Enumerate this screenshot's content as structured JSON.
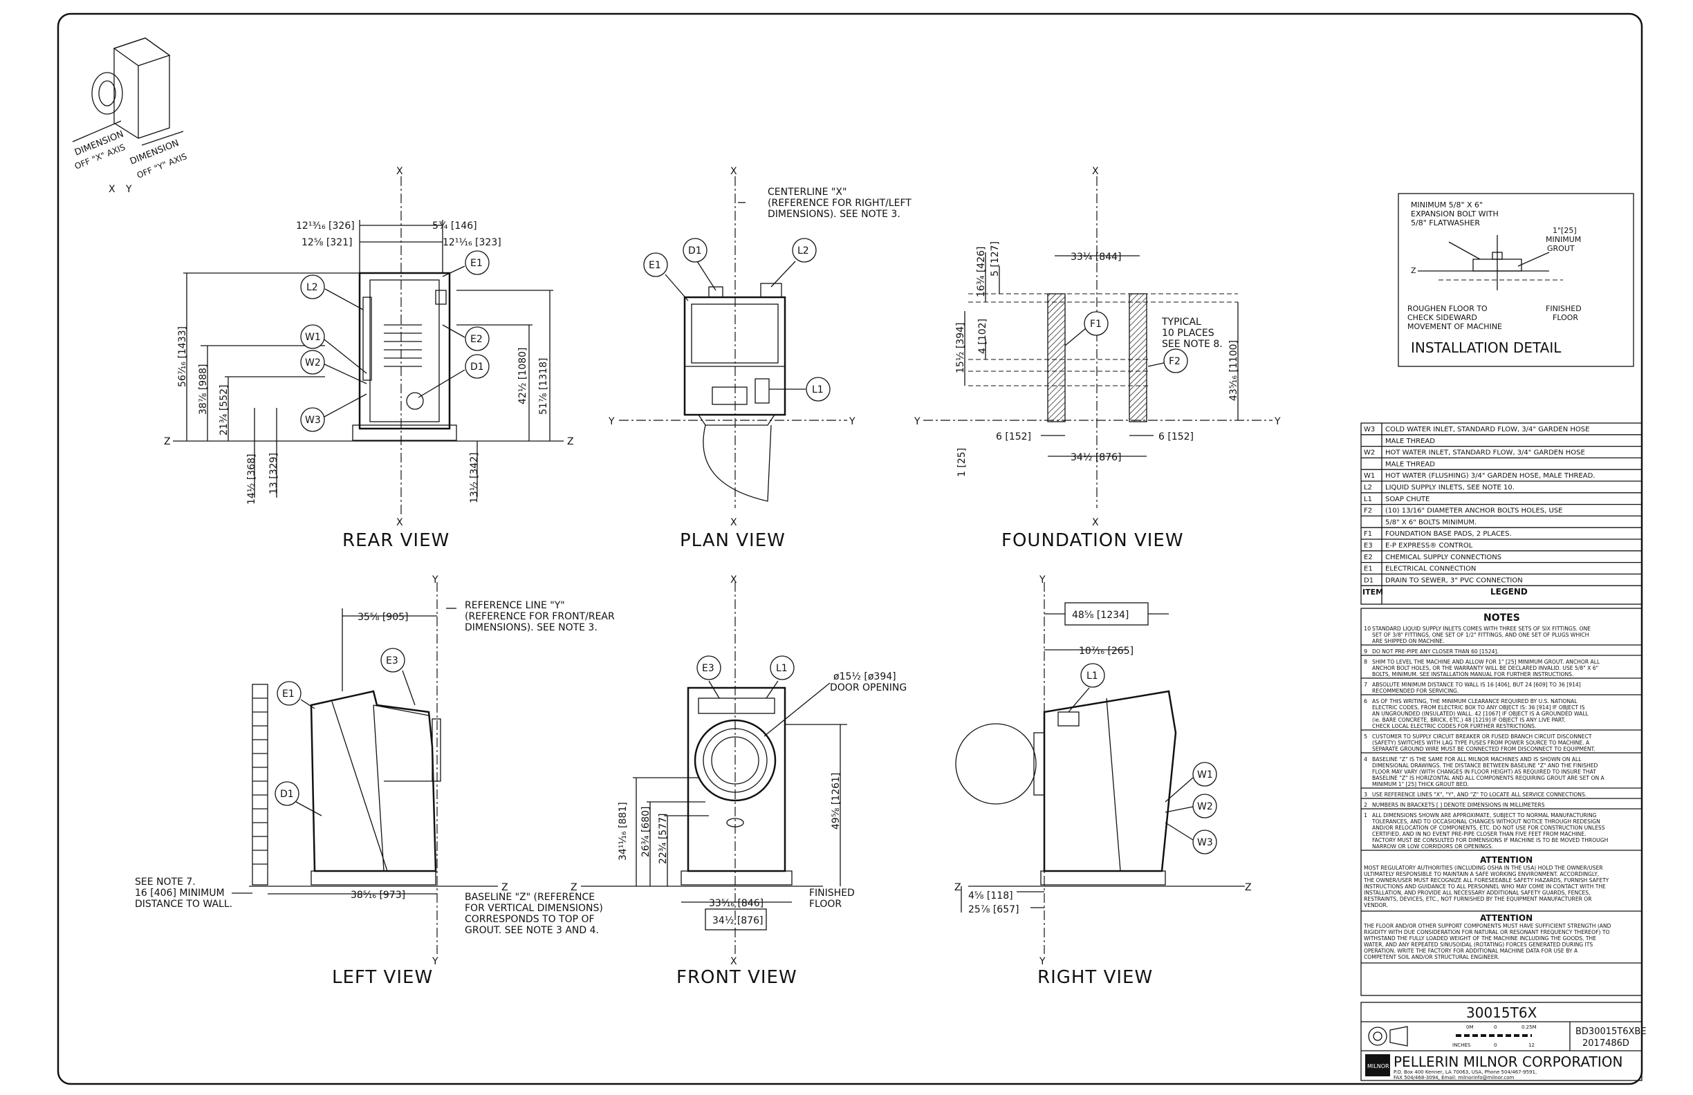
{
  "views": {
    "rear": "REAR VIEW",
    "plan": "PLAN VIEW",
    "foundation": "FOUNDATION VIEW",
    "left": "LEFT VIEW",
    "front": "FRONT VIEW",
    "right": "RIGHT VIEW"
  },
  "axes": {
    "x": "X",
    "y": "Y",
    "z": "Z"
  },
  "iso": {
    "dim_x": "DIMENSION",
    "dim_y": "DIMENSION",
    "off_x": "OFF \"X\" AXIS",
    "off_y": "OFF \"Y\" AXIS",
    "lbl_x": "X",
    "lbl_y": "Y"
  },
  "rear_dims": {
    "d1": "12¹³⁄₁₆ [326]",
    "d2": "5¾ [146]",
    "d3": "12⅝ [321]",
    "d4": "12¹¹⁄₁₆ [323]",
    "d5": "56⁷⁄₁₆ [1433]",
    "d6": "38⅞ [988]",
    "d7": "21¾ [552]",
    "d8": "42½ [1080]",
    "d9": "51⅞ [1318]",
    "d10": "14½ [368]",
    "d11": "13 [329]",
    "d12": "13½ [342]"
  },
  "plan_note": [
    "CENTERLINE \"X\"",
    "(REFERENCE FOR RIGHT/LEFT",
    "DIMENSIONS). SEE NOTE 3."
  ],
  "foundation_dims": {
    "top": "33¼ [844]",
    "h1": "16¾ [426]",
    "h2": "5 [127]",
    "h3": "15½ [394]",
    "h4": "4 [102]",
    "h5": "1 [25]",
    "h6": "43⁵⁄₁₆ [1100]",
    "left": "6 [152]",
    "right": "6 [152]",
    "bottom": "34½ [876]"
  },
  "foundation_note": [
    "TYPICAL",
    "10 PLACES",
    "SEE NOTE 8."
  ],
  "left_dims": {
    "top": "35⅝ [905]",
    "bottom": "38⁵⁄₁₆ [973]"
  },
  "left_note": [
    "REFERENCE LINE \"Y\"",
    "(REFERENCE FOR FRONT/REAR",
    "DIMENSIONS). SEE NOTE 3."
  ],
  "left_note2": [
    "SEE NOTE 7.",
    "16 [406] MINIMUM",
    "DISTANCE TO WALL."
  ],
  "baseline_note": [
    "BASELINE \"Z\" (REFERENCE",
    "FOR VERTICAL DIMENSIONS)",
    "CORRESPONDS TO TOP OF",
    "GROUT. SEE NOTE 3 AND 4."
  ],
  "front_dims": {
    "door": "ø15½ [ø394]",
    "door2": "DOOR OPENING",
    "h1": "49⅝ [1261]",
    "h2": "34¹¹⁄₁₆ [881]",
    "h3": "26¾ [680]",
    "h4": "22¾ [577]",
    "w1": "33⁵⁄₁₆ [846]",
    "w2": "34½ [876]",
    "floor1": "FINISHED",
    "floor2": "FLOOR"
  },
  "right_dims": {
    "top": "48⅝ [1234]",
    "mid": "10⁷⁄₁₆ [265]",
    "b1": "4⅝ [118]",
    "b2": "25⅞ [657]"
  },
  "bubbles": [
    "L2",
    "W1",
    "W2",
    "W3",
    "E1",
    "E2",
    "D1",
    "E3",
    "L1",
    "F1",
    "F2"
  ],
  "install": {
    "bolt": [
      "MINIMUM 5/8\" X 6\"",
      "EXPANSION BOLT WITH",
      "5/8\" FLATWASHER"
    ],
    "grout": [
      "1\"[25]",
      "MINIMUM",
      "GROUT"
    ],
    "rough": [
      "ROUGHEN FLOOR TO",
      "CHECK SIDEWARD",
      "MOVEMENT OF MACHINE"
    ],
    "floor": [
      "FINISHED",
      "FLOOR"
    ],
    "title": "INSTALLATION DETAIL"
  },
  "legend": {
    "rows": [
      [
        "W3",
        "COLD WATER INLET, STANDARD FLOW, 3/4\" GARDEN HOSE"
      ],
      [
        "",
        "MALE THREAD"
      ],
      [
        "W2",
        "HOT WATER INLET, STANDARD FLOW, 3/4\" GARDEN HOSE"
      ],
      [
        "",
        "MALE THREAD"
      ],
      [
        "W1",
        "HOT WATER (FLUSHING) 3/4\" GARDEN HOSE, MALE THREAD."
      ],
      [
        "L2",
        "LIQUID SUPPLY INLETS, SEE NOTE 10."
      ],
      [
        "L1",
        "SOAP CHUTE"
      ],
      [
        "F2",
        "(10) 13/16\" DIAMETER ANCHOR BOLTS HOLES, USE"
      ],
      [
        "",
        "5/8\" X 6\" BOLTS MINIMUM."
      ],
      [
        "F1",
        "FOUNDATION BASE PADS, 2 PLACES."
      ],
      [
        "E3",
        "E-P EXPRESS® CONTROL"
      ],
      [
        "E2",
        "CHEMICAL SUPPLY CONNECTIONS"
      ],
      [
        "E1",
        "ELECTRICAL CONNECTION"
      ],
      [
        "D1",
        "DRAIN TO SEWER, 3\" PVC CONNECTION"
      ]
    ],
    "item": "ITEM",
    "legend": "LEGEND"
  },
  "notes": {
    "title": "NOTES",
    "items": [
      [
        "10",
        "STANDARD LIQUID SUPPLY INLETS COMES WITH THREE SETS OF SIX FITTINGS. ONE SET OF 3/8\" FITTINGS, ONE SET OF 1/2\" FITTINGS, AND ONE SET OF PLUGS WHICH ARE SHIPPED ON MACHINE."
      ],
      [
        "9",
        "DO NOT PRE-PIPE ANY CLOSER THAN 60 [1524]."
      ],
      [
        "8",
        "SHIM TO LEVEL THE MACHINE AND ALLOW FOR 1\" [25] MINIMUM GROUT. ANCHOR ALL ANCHOR BOLT HOLES, OR THE WARRANTY WILL BE DECLARED INVALID. USE 5/8\" X 6\" BOLTS, MINIMUM. SEE INSTALLATION MANUAL FOR FURTHER INSTRUCTIONS."
      ],
      [
        "7",
        "ABSOLUTE MINIMUM DISTANCE TO WALL IS 16 [406], BUT 24 [609] TO 36 [914] RECOMMENDED FOR SERVICING."
      ],
      [
        "6",
        "AS OF THIS WRITING, THE MINIMUM CLEARANCE REQUIRED BY U.S. NATIONAL ELECTRIC CODES, FROM ELECTRIC BOX TO ANY OBJECT IS: 36 [914] IF OBJECT IS AN UNGROUNDED (INSULATED) WALL. 42 [1067] IF OBJECT IS A GROUNDED WALL (ie. BARE CONCRETE, BRICK, ETC.) 48 [1219] IF OBJECT IS ANY LIVE PART. CHECK LOCAL ELECTRIC CODES FOR FURTHER RESTRICTIONS."
      ],
      [
        "5",
        "CUSTOMER TO SUPPLY CIRCUIT BREAKER OR FUSED BRANCH CIRCUIT DISCONNECT (SAFETY) SWITCHES WITH LAG TYPE FUSES FROM POWER SOURCE TO MACHINE. A SEPARATE GROUND WIRE MUST BE CONNECTED FROM DISCONNECT TO EQUIPMENT."
      ],
      [
        "4",
        "BASELINE \"Z\" IS THE SAME FOR ALL MILNOR MACHINES AND IS SHOWN ON ALL DIMENSIONAL DRAWINGS. THE DISTANCE BETWEEN BASELINE \"Z\" AND THE FINISHED FLOOR MAY VARY (WITH CHANGES IN FLOOR HEIGHT) AS REQUIRED TO INSURE THAT BASELINE \"Z\" IS HORIZONTAL AND ALL COMPONENTS REQUIRING GROUT ARE SET ON A MINIMUM 1\" [25] THICK GROUT BED."
      ],
      [
        "3",
        "USE REFERENCE LINES \"X\", \"Y\", AND \"Z\" TO LOCATE ALL SERVICE CONNECTIONS."
      ],
      [
        "2",
        "NUMBERS IN BRACKETS [ ] DENOTE DIMENSIONS IN MILLIMETERS"
      ],
      [
        "1",
        "ALL DIMENSIONS SHOWN ARE APPROXIMATE, SUBJECT TO NORMAL MANUFACTURING TOLERANCES, AND TO OCCASIONAL CHANGES WITHOUT NOTICE THROUGH REDESIGN AND/OR RELOCATION OF COMPONENTS, ETC. DO NOT USE FOR CONSTRUCTION UNLESS CERTIFIED, AND IN NO EVENT PRE-PIPE CLOSER THAN FIVE FEET FROM MACHINE. FACTORY MUST BE CONSULTED FOR DIMENSIONS IF MACHINE IS TO BE MOVED THROUGH NARROW OR LOW CORRIDORS OR OPENINGS."
      ]
    ],
    "att1_title": "ATTENTION",
    "att1": "MOST REGULATORY AUTHORITIES (INCLUDING OSHA IN THE USA) HOLD THE OWNER/USER ULTIMATELY RESPONSIBLE TO MAINTAIN A SAFE WORKING ENVIRONMENT. ACCORDINGLY, THE OWNER/USER MUST RECOGNIZE ALL FORESEEABLE SAFETY HAZARDS, FURNISH SAFETY INSTRUCTIONS AND GUIDANCE TO ALL PERSONNEL WHO MAY COME IN CONTACT WITH THE INSTALLATION, AND PROVIDE ALL NECESSARY ADDITIONAL SAFETY GUARDS, FENCES, RESTRAINTS, DEVICES, ETC., NOT FURNISHED BY THE EQUIPMENT MANUFACTURER OR VENDOR.",
    "att2_title": "ATTENTION",
    "att2": "THE FLOOR AND/OR OTHER SUPPORT COMPONENTS MUST HAVE SUFFICIENT STRENGTH (AND RIGIDITY WITH DUE CONSIDERATION FOR NATURAL OR RESONANT FREQUENCY THEREOF) TO WITHSTAND THE FULLY LOADED WEIGHT OF THE MACHINE INCLUDING THE GOODS, THE WATER, AND ANY REPEATED SINUSOIDAL (ROTATING) FORCES GENERATED DURING ITS OPERATION. WRITE THE FACTORY FOR ADDITIONAL MACHINE DATA FOR USE BY A COMPETENT SOIL AND/OR STRUCTURAL ENGINEER."
  },
  "titleblock": {
    "model": "30015T6X",
    "drawing": "BD30015T6XBE",
    "number": "2017486D",
    "scale_top": [
      "0M",
      "0",
      "0.25M"
    ],
    "scale_bot": [
      "INCHES",
      "0",
      "12"
    ],
    "company": "PELLERIN MILNOR CORPORATION",
    "addr1": "P.O. Box 400 Kenner, LA 70063, USA, Phone 504/467-9591,",
    "addr2": "FAX 504/468-3094, Email: milnorinfo@milnor.com",
    "logo": "MILNOR"
  }
}
